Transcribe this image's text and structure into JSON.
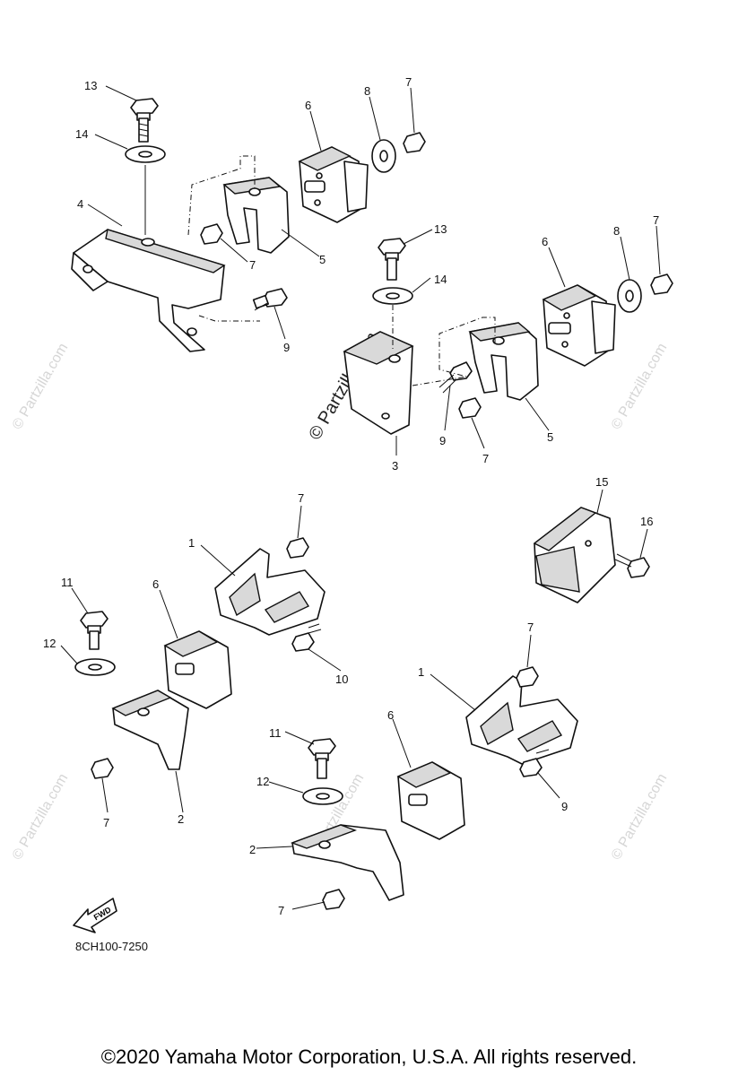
{
  "diagram": {
    "callouts": {
      "c13a": "13",
      "c14a": "14",
      "c8a": "8",
      "c7a": "7",
      "c6a": "6",
      "c4": "4",
      "c7b": "7",
      "c5a": "5",
      "c9a": "9",
      "c13b": "13",
      "c14b": "14",
      "c6b": "6",
      "c8b": "8",
      "c7c": "7",
      "c9b": "9",
      "c7d": "7",
      "c5b": "5",
      "c3": "3",
      "c15": "15",
      "c16": "16",
      "c7e": "7",
      "c1a": "1",
      "c6c": "6",
      "c11a": "11",
      "c12a": "12",
      "c10": "10",
      "c7f": "7",
      "c2a": "2",
      "c7g": "7",
      "c1b": "1",
      "c6d": "6",
      "c11b": "11",
      "c12b": "12",
      "c9c": "9",
      "c2b": "2",
      "c7h": "7"
    },
    "fwd_label": "FWD",
    "drawing_code": "8CH100-7250",
    "watermark_main": "© Partzilla.com",
    "watermark_faint": "© Partzilla.com"
  },
  "footer": {
    "copyright": "©2020 Yamaha Motor Corporation, U.S.A. All rights reserved."
  }
}
